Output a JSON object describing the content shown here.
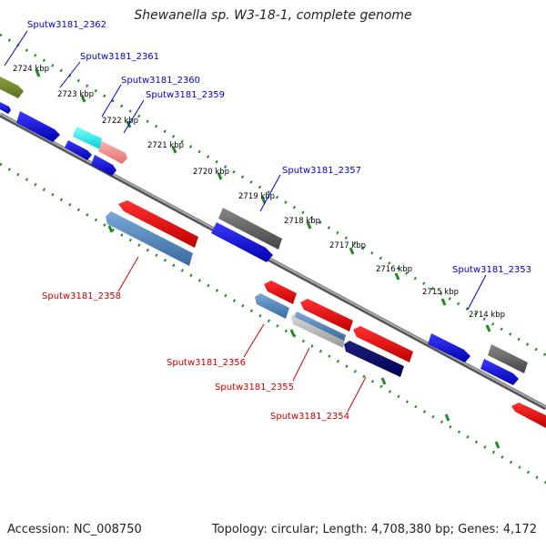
{
  "title": "Shewanella sp. W3-18-1, complete genome",
  "footer": {
    "accession": "Accession: NC_008750",
    "summary": "Topology: circular; Length: 4,708,380 bp; Genes: 4,172"
  },
  "ticks": [
    "2724 kbp",
    "2723 kbp",
    "2722 kbp",
    "2721 kbp",
    "2720 kbp",
    "2719 kbp",
    "2718 kbp",
    "2717 kbp",
    "2716 kbp",
    "2715 kbp",
    "2714 kbp"
  ],
  "forward_labels": [
    "Sputw3181_2362",
    "Sputw3181_2361",
    "Sputw3181_2360",
    "Sputw3181_2359",
    "Sputw3181_2357",
    "Sputw3181_2353"
  ],
  "reverse_labels": [
    "Sputw3181_2358",
    "Sputw3181_2356",
    "Sputw3181_2355",
    "Sputw3181_2354"
  ],
  "colors": {
    "forward_label": "#0000cc",
    "reverse_label": "#cc0000",
    "ruler": "#228b22",
    "backbone": "#888888"
  }
}
